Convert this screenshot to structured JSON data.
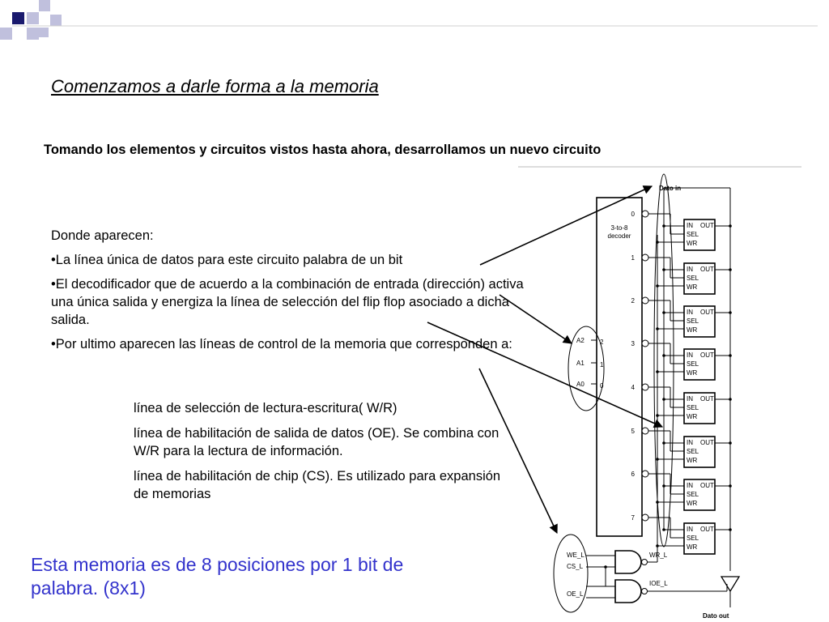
{
  "title": "Comenzamos a darle forma a la memoria",
  "intro": "Tomando los elementos y circuitos vistos hasta ahora, desarrollamos un nuevo circuito",
  "bullets": {
    "heading": "Donde aparecen:",
    "items": [
      "•La línea única de datos para este circuito palabra de un bit",
      "•El decodificador que de acuerdo a la combinación de entrada (dirección) activa una única salida y energiza la línea de selección del flip flop asociado a dicha salida.",
      "•Por ultimo aparecen las líneas de control de la memoria que corresponden a:"
    ]
  },
  "sub_items": [
    "línea de selección de lectura-escritura( W/R)",
    "línea de habilitación de salida de datos (OE). Se combina con W/R para la lectura de información.",
    "línea de habilitación de chip (CS). Es utilizado para expansión de memorias"
  ],
  "summary": "Esta memoria es de 8 posiciones por 1 bit de palabra. (8x1)",
  "colors": {
    "summary_text": "#3333cc",
    "deco_dark": "#1a1a6e",
    "deco_light": "#c0c0dd"
  },
  "circuit": {
    "data_in": "Dato in",
    "data_out": "Dato out",
    "decoder_label": [
      "3-to-8",
      "decoder"
    ],
    "outputs": [
      "0",
      "1",
      "2",
      "3",
      "4",
      "5",
      "6",
      "7"
    ],
    "address_inputs": [
      {
        "name": "A2",
        "pin": "2"
      },
      {
        "name": "A1",
        "pin": "1"
      },
      {
        "name": "A0",
        "pin": "0"
      }
    ],
    "cell_labels": {
      "in": "IN",
      "out": "OUT",
      "sel": "SEL",
      "wr": "WR"
    },
    "control_inputs": [
      "WE_L",
      "CS_L",
      "OE_L"
    ],
    "gate_outputs": [
      "WR_L",
      "IOE_L"
    ]
  }
}
